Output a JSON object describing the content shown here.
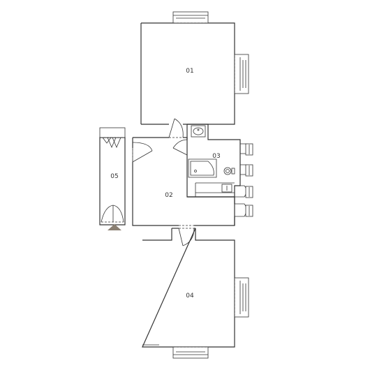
{
  "rooms": {
    "r01": "01",
    "r02": "02",
    "r03": "03",
    "r04": "04",
    "r05": "05"
  },
  "colors": {
    "line": "#333333",
    "entry_marker": "#8a7f72",
    "background": "#ffffff"
  },
  "icons": {
    "entry": "entry-arrow-icon",
    "sink": "sink-icon",
    "shower": "shower-icon",
    "toilet": "toilet-icon",
    "radiator": "radiator-icon",
    "window": "window-icon",
    "door": "door-swing-icon"
  }
}
